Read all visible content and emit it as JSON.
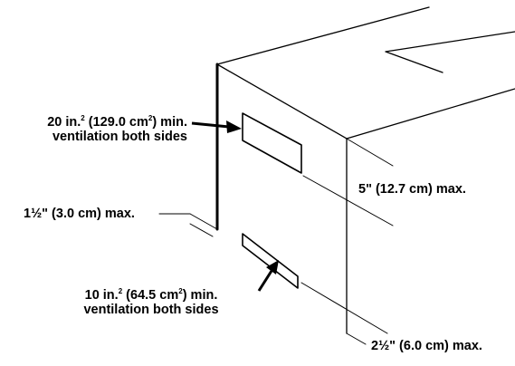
{
  "colors": {
    "ink": "#000000",
    "background": "#ffffff"
  },
  "labels": {
    "upper_vent": {
      "line1_pre": "20 in.",
      "line1_sup1": "2",
      "line1_mid": " (129.0 cm",
      "line1_sup2": "2",
      "line1_post": ") min.",
      "line2": "ventilation both sides"
    },
    "lower_vent": {
      "line1_pre": "10 in.",
      "line1_sup1": "2",
      "line1_mid": " (64.5 cm",
      "line1_sup2": "2",
      "line1_post": ") min.",
      "line2": "ventilation both sides"
    },
    "bottom_gap": "1½\" (3.0 cm) max.",
    "side_gap": "5\" (12.7 cm) max.",
    "rear_gap": "2½\" (6.0 cm) max."
  }
}
